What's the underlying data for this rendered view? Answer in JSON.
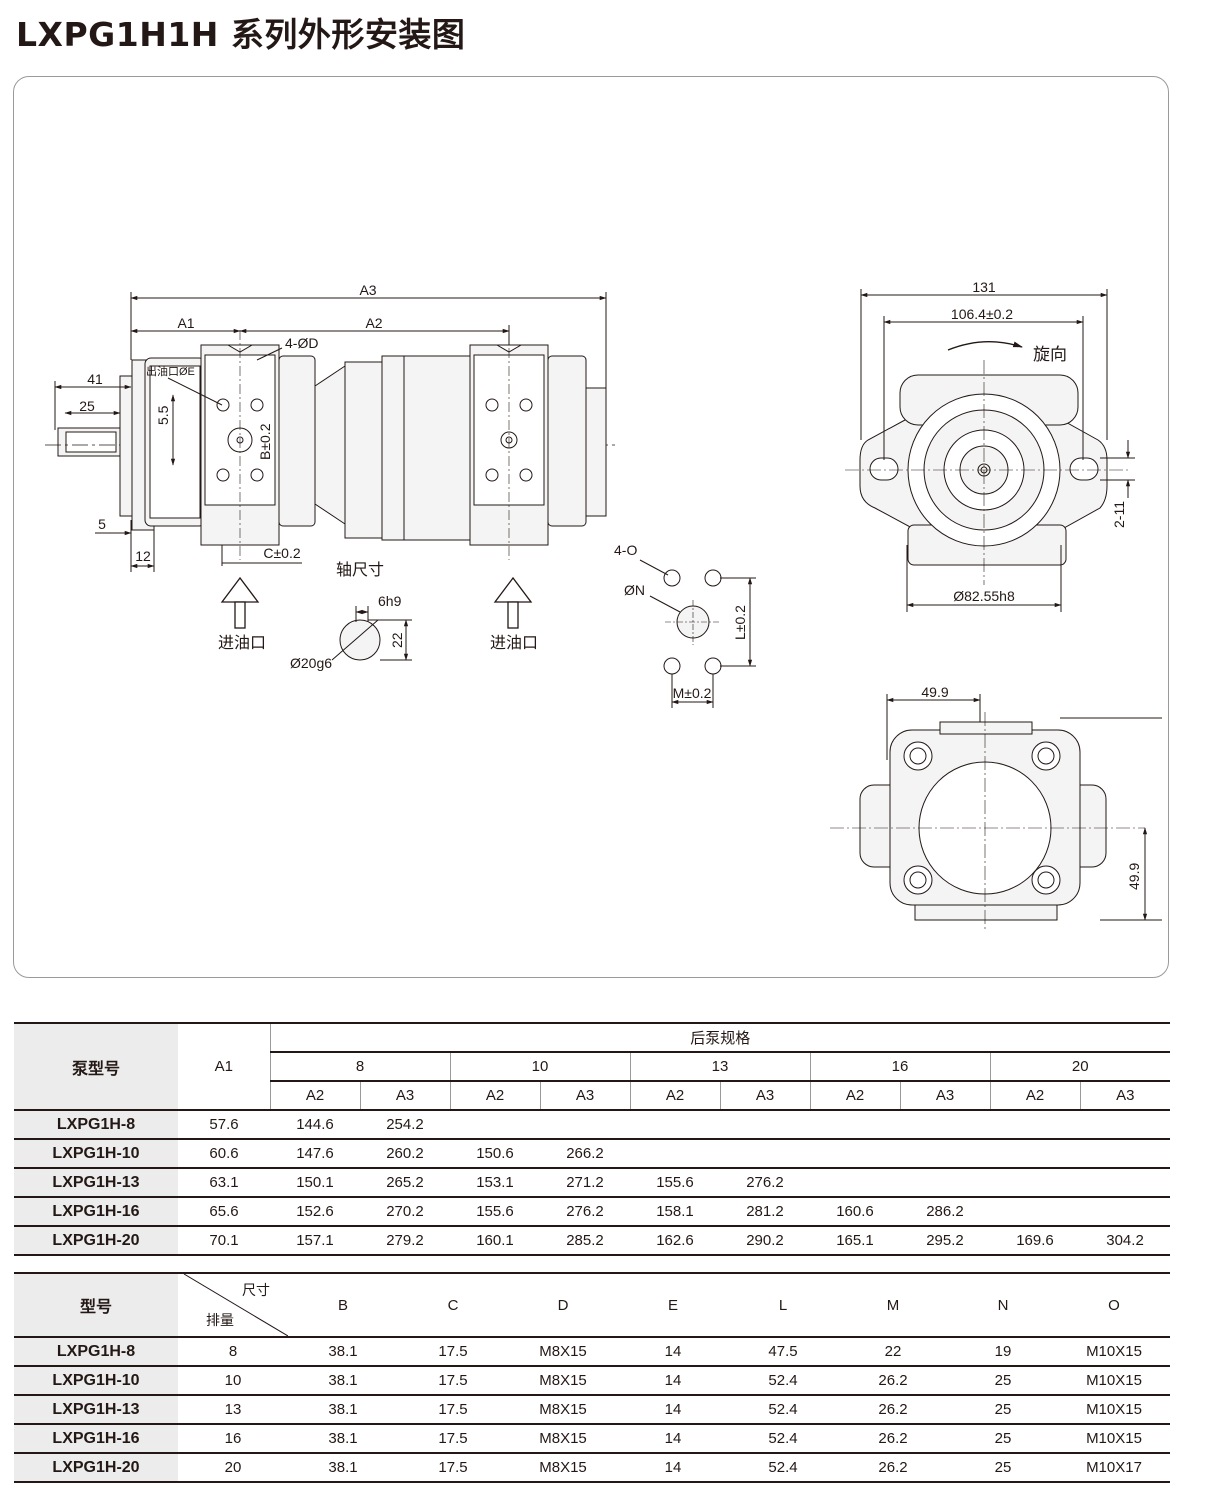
{
  "title": "LXPG1H1H 系列外形安装图",
  "drawing": {
    "labels": {
      "a3": "A3",
      "a1": "A1",
      "a2": "A2",
      "d": "4-ØD",
      "e": "出油口ØE",
      "d41": "41",
      "d25": "25",
      "d5_5": "5.5",
      "b": "B±0.2",
      "d5": "5",
      "d12": "12",
      "c": "C±0.2",
      "shaft": "轴尺寸",
      "inlet1": "进油口",
      "inlet2": "进油口",
      "h9": "6h9",
      "d22": "22",
      "g6": "Ø20g6",
      "o": "4-O",
      "n": "ØN",
      "l": "L±0.2",
      "m": "M±0.2",
      "d131": "131",
      "d106": "106.4±0.2",
      "rot": "旋向",
      "d211": "2-11",
      "d82": "Ø82.55h8",
      "d49a": "49.9",
      "d49b": "49.9"
    }
  },
  "table1": {
    "model_header": "泵型号",
    "a1_header": "A1",
    "group_header": "后泵规格",
    "sizes": [
      "8",
      "10",
      "13",
      "16",
      "20"
    ],
    "sub": [
      "A2",
      "A3",
      "A2",
      "A3",
      "A2",
      "A3",
      "A2",
      "A3",
      "A2",
      "A3"
    ],
    "rows": [
      {
        "model": "LXPG1H-8",
        "a1": "57.6",
        "v": [
          "144.6",
          "254.2",
          "",
          "",
          "",
          "",
          "",
          "",
          "",
          ""
        ]
      },
      {
        "model": "LXPG1H-10",
        "a1": "60.6",
        "v": [
          "147.6",
          "260.2",
          "150.6",
          "266.2",
          "",
          "",
          "",
          "",
          "",
          ""
        ]
      },
      {
        "model": "LXPG1H-13",
        "a1": "63.1",
        "v": [
          "150.1",
          "265.2",
          "153.1",
          "271.2",
          "155.6",
          "276.2",
          "",
          "",
          "",
          ""
        ]
      },
      {
        "model": "LXPG1H-16",
        "a1": "65.6",
        "v": [
          "152.6",
          "270.2",
          "155.6",
          "276.2",
          "158.1",
          "281.2",
          "160.6",
          "286.2",
          "",
          ""
        ]
      },
      {
        "model": "LXPG1H-20",
        "a1": "70.1",
        "v": [
          "157.1",
          "279.2",
          "160.1",
          "285.2",
          "162.6",
          "290.2",
          "165.1",
          "295.2",
          "169.6",
          "304.2"
        ]
      }
    ]
  },
  "table2": {
    "model_header": "型号",
    "diag_top": "尺寸",
    "diag_bottom": "排量",
    "cols": [
      "B",
      "C",
      "D",
      "E",
      "L",
      "M",
      "N",
      "O"
    ],
    "rows": [
      {
        "model": "LXPG1H-8",
        "disp": "8",
        "v": [
          "38.1",
          "17.5",
          "M8X15",
          "14",
          "47.5",
          "22",
          "19",
          "M10X15"
        ]
      },
      {
        "model": "LXPG1H-10",
        "disp": "10",
        "v": [
          "38.1",
          "17.5",
          "M8X15",
          "14",
          "52.4",
          "26.2",
          "25",
          "M10X15"
        ]
      },
      {
        "model": "LXPG1H-13",
        "disp": "13",
        "v": [
          "38.1",
          "17.5",
          "M8X15",
          "14",
          "52.4",
          "26.2",
          "25",
          "M10X15"
        ]
      },
      {
        "model": "LXPG1H-16",
        "disp": "16",
        "v": [
          "38.1",
          "17.5",
          "M8X15",
          "14",
          "52.4",
          "26.2",
          "25",
          "M10X15"
        ]
      },
      {
        "model": "LXPG1H-20",
        "disp": "20",
        "v": [
          "38.1",
          "17.5",
          "M8X15",
          "14",
          "52.4",
          "26.2",
          "25",
          "M10X17"
        ]
      }
    ]
  }
}
